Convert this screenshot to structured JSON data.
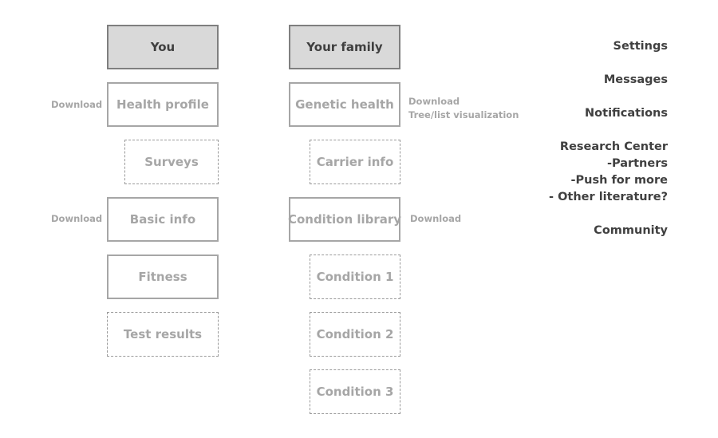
{
  "you": {
    "title": "You",
    "health_profile": "Health profile",
    "surveys": "Surveys",
    "basic_info": "Basic info",
    "fitness": "Fitness",
    "test_results": "Test results",
    "health_profile_action": "Download",
    "basic_info_action": "Download"
  },
  "family": {
    "title": "Your family",
    "genetic_health": "Genetic health",
    "carrier_info": "Carrier info",
    "condition_library": "Condition library",
    "condition_1": "Condition 1",
    "condition_2": "Condition 2",
    "condition_3": "Condition 3",
    "genetic_health_action": "Download",
    "genetic_health_note": "Tree/list visualization",
    "condition_library_action": "Download"
  },
  "nav": {
    "settings": "Settings",
    "messages": "Messages",
    "notifications": "Notifications",
    "research_center": "Research Center",
    "research_partners": "-Partners",
    "research_push": "-Push for more",
    "research_literature": "- Other literature?",
    "community": "Community"
  }
}
